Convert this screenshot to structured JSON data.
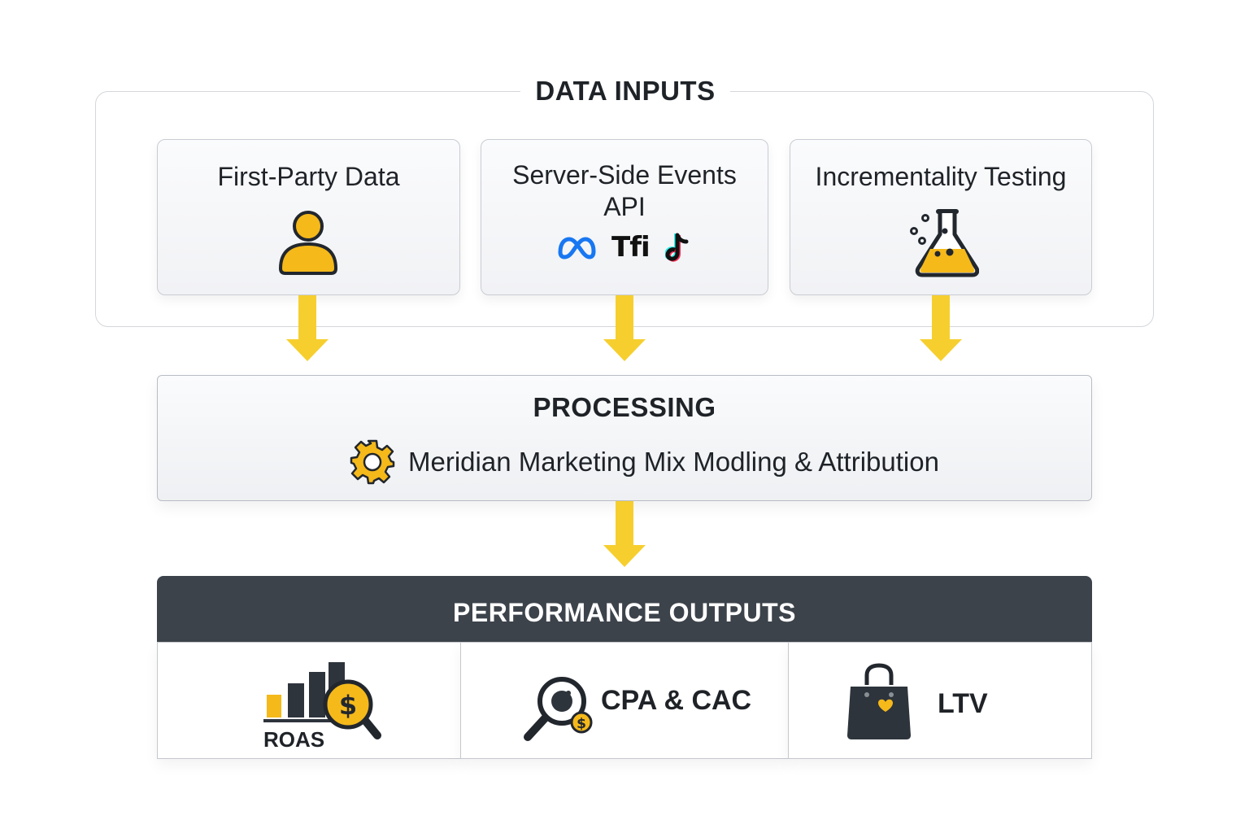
{
  "data_inputs": {
    "title": "DATA INPUTS",
    "cards": [
      {
        "label": "First-Party Data",
        "icon": "user-icon"
      },
      {
        "label_line1": "Server-Side Events",
        "label_line2": "API",
        "icons": [
          "meta-logo-icon",
          "tfi-logo-icon",
          "tiktok-logo-icon"
        ],
        "logo_text": "Tfi"
      },
      {
        "label": "Incrementality Testing",
        "icon": "flask-icon"
      }
    ]
  },
  "processing": {
    "title": "PROCESSING",
    "label": "Meridian Marketing Mix Modling & Attribution",
    "icon": "gear-icon"
  },
  "outputs": {
    "title": "PERFORMANCE OUTPUTS",
    "items": [
      {
        "label": "ROAS",
        "icon": "bar-chart-dollar-icon"
      },
      {
        "label": "CPA & CAC",
        "icon": "magnifier-dollar-icon"
      },
      {
        "label": "LTV",
        "icon": "shopping-bag-heart-icon"
      }
    ]
  },
  "colors": {
    "accent_yellow": "#f5c518",
    "arrow_yellow": "#f6cf2f",
    "outline_dark": "#22272e",
    "header_dark": "#3d434b",
    "meta_blue": "#1877f2",
    "tiktok_red": "#fe2c55"
  }
}
